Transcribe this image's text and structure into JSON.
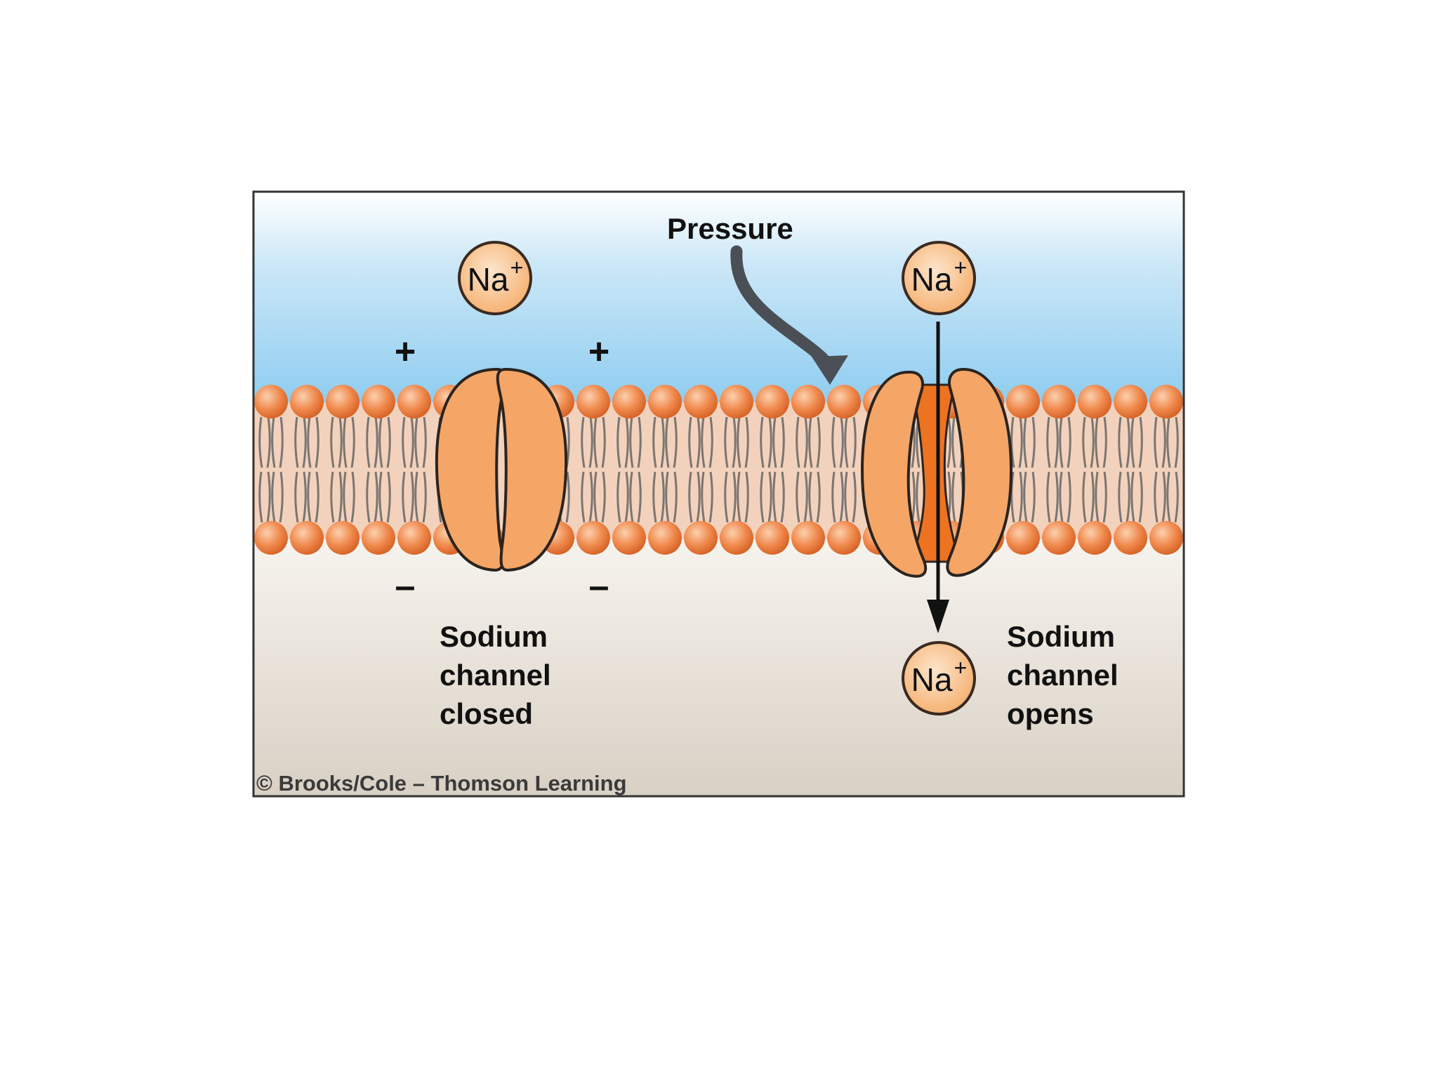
{
  "diagram": {
    "pressure_label": "Pressure",
    "ion_label": "Na",
    "ion_charge": "+",
    "plus_sign": "+",
    "minus_sign": "–",
    "closed_channel_label": [
      "Sodium",
      "channel",
      "closed"
    ],
    "open_channel_label": [
      "Sodium",
      "channel",
      "opens"
    ],
    "copyright": "© Brooks/Cole – Thomson Learning"
  },
  "colors": {
    "extracellular_top": "#ffffff",
    "extracellular_bottom": "#8fcdf0",
    "intracellular_top": "#f6f3ee",
    "intracellular_bottom": "#dcd4c8",
    "membrane_core": "#f3d2bd",
    "phospholipid_head": "#f08a4e",
    "channel_protein": "#f5a566",
    "open_pore": "#ee7320",
    "ion_fill": "#f8c08a",
    "arrow": "#4a4f56",
    "frame": "#333333"
  }
}
